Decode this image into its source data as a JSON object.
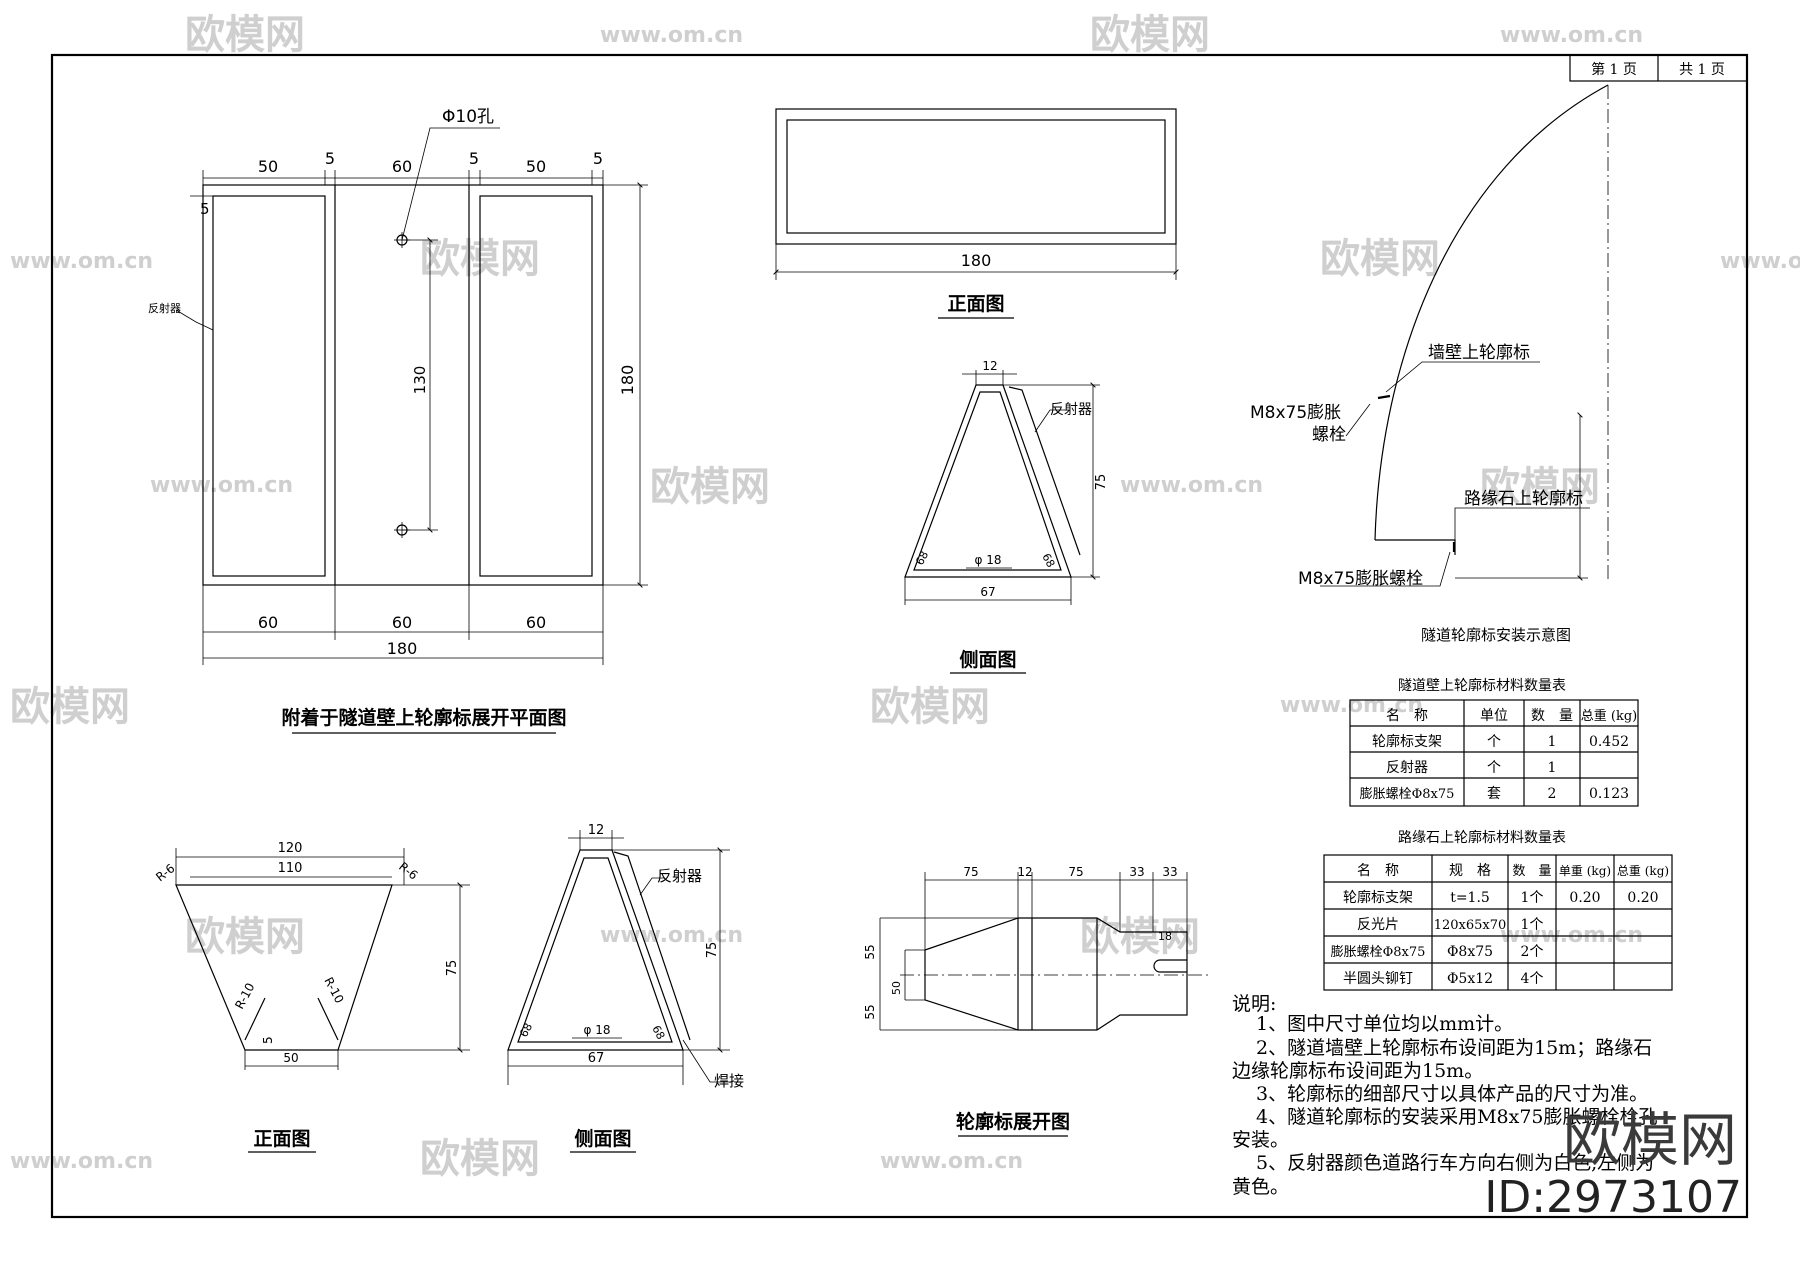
{
  "title_block": {
    "page_no": "第 1 页",
    "page_total": "共 1 页"
  },
  "watermark": {
    "logo_text": "欧模网",
    "url": "www.om.cn",
    "id_label": "ID:2973107"
  },
  "plan_view": {
    "title": "附着于隧道壁上轮廓标展开平面图",
    "hole_label": "Φ10孔",
    "reflector_label": "反射器",
    "top_dims": [
      "50",
      "5",
      "60",
      "5",
      "50",
      "5"
    ],
    "left_dim": "5",
    "hole_spacing": "130",
    "height": "180",
    "bottom_dims": [
      "60",
      "60",
      "60"
    ],
    "total_width": "180"
  },
  "front_view_top": {
    "title": "正面图",
    "width": "180"
  },
  "side_view_top": {
    "title": "侧面图",
    "top_width": "12",
    "reflector_label": "反射器",
    "height": "75",
    "left_angle": "68",
    "right_angle": "68",
    "hole": "φ 18",
    "base_width": "67"
  },
  "front_view_bottom": {
    "title": "正面图",
    "outer_width": "120",
    "inner_width": "110",
    "radius_left": "R-6",
    "radius_right": "R-6",
    "height": "75",
    "inner_r_left": "R-10",
    "inner_r_right": "R-10",
    "gap": "5",
    "base_width": "50"
  },
  "side_view_bottom": {
    "title": "侧面图",
    "top_width": "12",
    "reflector_label": "反射器",
    "height": "75",
    "left_angle": "68",
    "right_angle": "68",
    "hole": "φ 18",
    "base_width": "67",
    "weld_label": "焊接"
  },
  "unfold_view": {
    "title": "轮廓标展开图",
    "top_dims": [
      "75",
      "12",
      "75",
      "33",
      "33"
    ],
    "left_dims": [
      "55",
      "50",
      "55"
    ],
    "slot": "18"
  },
  "install_diagram": {
    "title": "隧道轮廓标安装示意图",
    "wall_label": "墙壁上轮廓标",
    "bolt_label_1": "M8x75膨胀",
    "bolt_label_2": "螺栓",
    "curb_label": "路缘石上轮廓标",
    "curb_bolt_label": "M8x75膨胀螺栓"
  },
  "table_wall": {
    "caption": "隧道壁上轮廓标材料数量表",
    "headers": [
      "名　称",
      "单位",
      "数　量",
      "总重 (kg)"
    ],
    "rows": [
      [
        "轮廓标支架",
        "个",
        "1",
        "0.452"
      ],
      [
        "反射器",
        "个",
        "1",
        ""
      ],
      [
        "膨胀螺栓Φ8x75",
        "套",
        "2",
        "0.123"
      ]
    ]
  },
  "table_curb": {
    "caption": "路缘石上轮廓标材料数量表",
    "headers": [
      "名　称",
      "规　格",
      "数　量",
      "单重 (kg)",
      "总重 (kg)"
    ],
    "rows": [
      [
        "轮廓标支架",
        "t=1.5",
        "1个",
        "0.20",
        "0.20"
      ],
      [
        "反光片",
        "120x65x70",
        "1个",
        "",
        ""
      ],
      [
        "膨胀螺栓Φ8x75",
        "Φ8x75",
        "2个",
        "",
        ""
      ],
      [
        "半圆头铆钉",
        "Φ5x12",
        "4个",
        "",
        ""
      ]
    ]
  },
  "notes": {
    "heading": "说明:",
    "lines": [
      "1、图中尺寸单位均以mm计。",
      "2、隧道墙壁上轮廓标布设间距为15m；路缘石",
      "边缘轮廓标布设间距为15m。",
      "3、轮廓标的细部尺寸以具体产品的尺寸为准。",
      "4、隧道轮廓标的安装采用M8x75膨胀螺栓栓孔",
      "安装。",
      "5、反射器颜色道路行车方向右侧为白色,左侧为",
      "黄色。"
    ]
  }
}
